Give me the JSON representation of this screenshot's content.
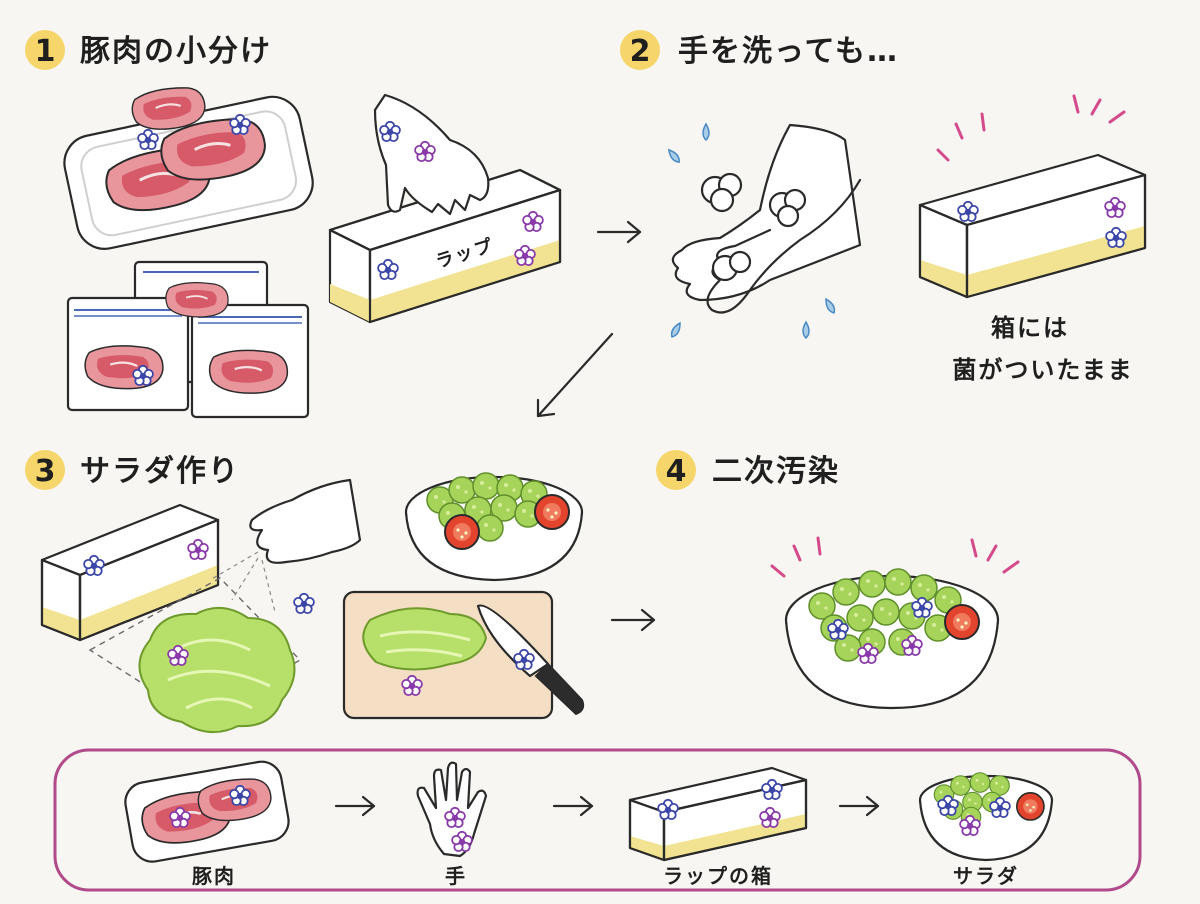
{
  "steps": [
    {
      "number": "1",
      "title": "豚肉の小分け"
    },
    {
      "number": "2",
      "title": "手を洗っても…"
    },
    {
      "number": "3",
      "title": "サラダ作り"
    },
    {
      "number": "4",
      "title": "二次汚染"
    }
  ],
  "wrap_box_label": "ラップ",
  "note": {
    "line1": "箱には",
    "line2": "菌がついたまま"
  },
  "chain": {
    "items": [
      "豚肉",
      "手",
      "ラップの箱",
      "サラダ"
    ],
    "arrow": "→"
  },
  "colors": {
    "badge": "#f6d66a",
    "frame": "#b04a8a",
    "germ": "#3b46a8",
    "germ_accent": "#8a3aa8",
    "meat": "#e08a92",
    "lettuce": "#a6d35a",
    "tomato": "#e2442e",
    "wrap_stripe": "#f1e392",
    "spark": "#d54a8a"
  }
}
